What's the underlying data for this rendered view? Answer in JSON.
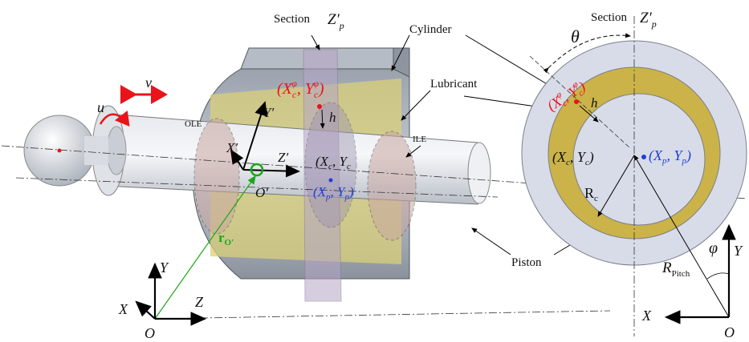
{
  "labels": {
    "section_left": "Section",
    "section_right": "Section",
    "zp_prime": "Z′",
    "zp_sub": "p",
    "cylinder": "Cylinder",
    "lubricant": "Lubricant",
    "piston": "Piston",
    "ole": "OLE",
    "ile": "ILE",
    "v": "v",
    "u": "u",
    "h": "h",
    "theta": "θ",
    "phi": "φ",
    "xc_phi": "(X",
    "xc_sub": "c",
    "phi_sup": "φ",
    "yc_phi": ", Y",
    "close_paren": ")",
    "xc_yc_plain": "(X",
    "xc_yc_comma": ", Y",
    "xp_yp": "(X",
    "xp_comma": ", Y",
    "p_sub": "p",
    "xprime": "X′",
    "yprime": "Y′",
    "zprime": "Z′",
    "oprime": "O′",
    "r_o": "r",
    "r_o_sub": "O′",
    "x_axis": "X",
    "y_axis": "Y",
    "z_axis": "Z",
    "origin": "O",
    "rc": "R",
    "rc_sub": "c",
    "rpitch": "R",
    "rpitch_sub": "Pitch"
  },
  "colors": {
    "red": "#e8141a",
    "blue": "#1f3fd6",
    "green": "#1aa71a",
    "lubricant": "#c9b24a",
    "section_plane": "#b6a6c6"
  }
}
